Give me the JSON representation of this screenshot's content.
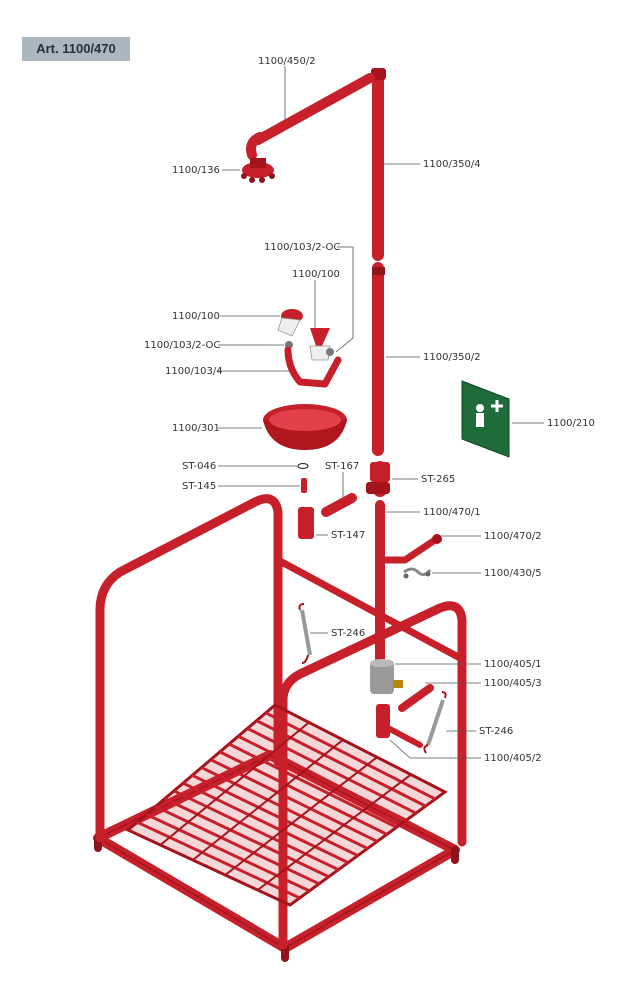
{
  "header": {
    "article": "Art. 1100/470"
  },
  "labels": {
    "l1": "1100/450/2",
    "l2": "1100/136",
    "l3": "1100/350/4",
    "l4": "1100/103/2-OC",
    "l5": "1100/100",
    "l6": "1100/100",
    "l7": "1100/103/2-OC",
    "l8": "1100/350/2",
    "l9": "1100/103/4",
    "l10": "1100/210",
    "l11": "1100/301",
    "l12": "ST-046",
    "l13": "ST-167",
    "l14": "ST-265",
    "l15": "ST-145",
    "l16": "1100/470/1",
    "l17": "ST-147",
    "l18": "1100/470/2",
    "l19": "1100/430/5",
    "l20": "ST-246",
    "l21": "1100/405/1",
    "l22": "1100/405/3",
    "l23": "ST-246",
    "l24": "1100/405/2"
  },
  "colors": {
    "pipe": "#c8202a",
    "pipe_dark": "#8e141b",
    "sign": "#1f6b3a",
    "badge": "#a9b7c1"
  }
}
